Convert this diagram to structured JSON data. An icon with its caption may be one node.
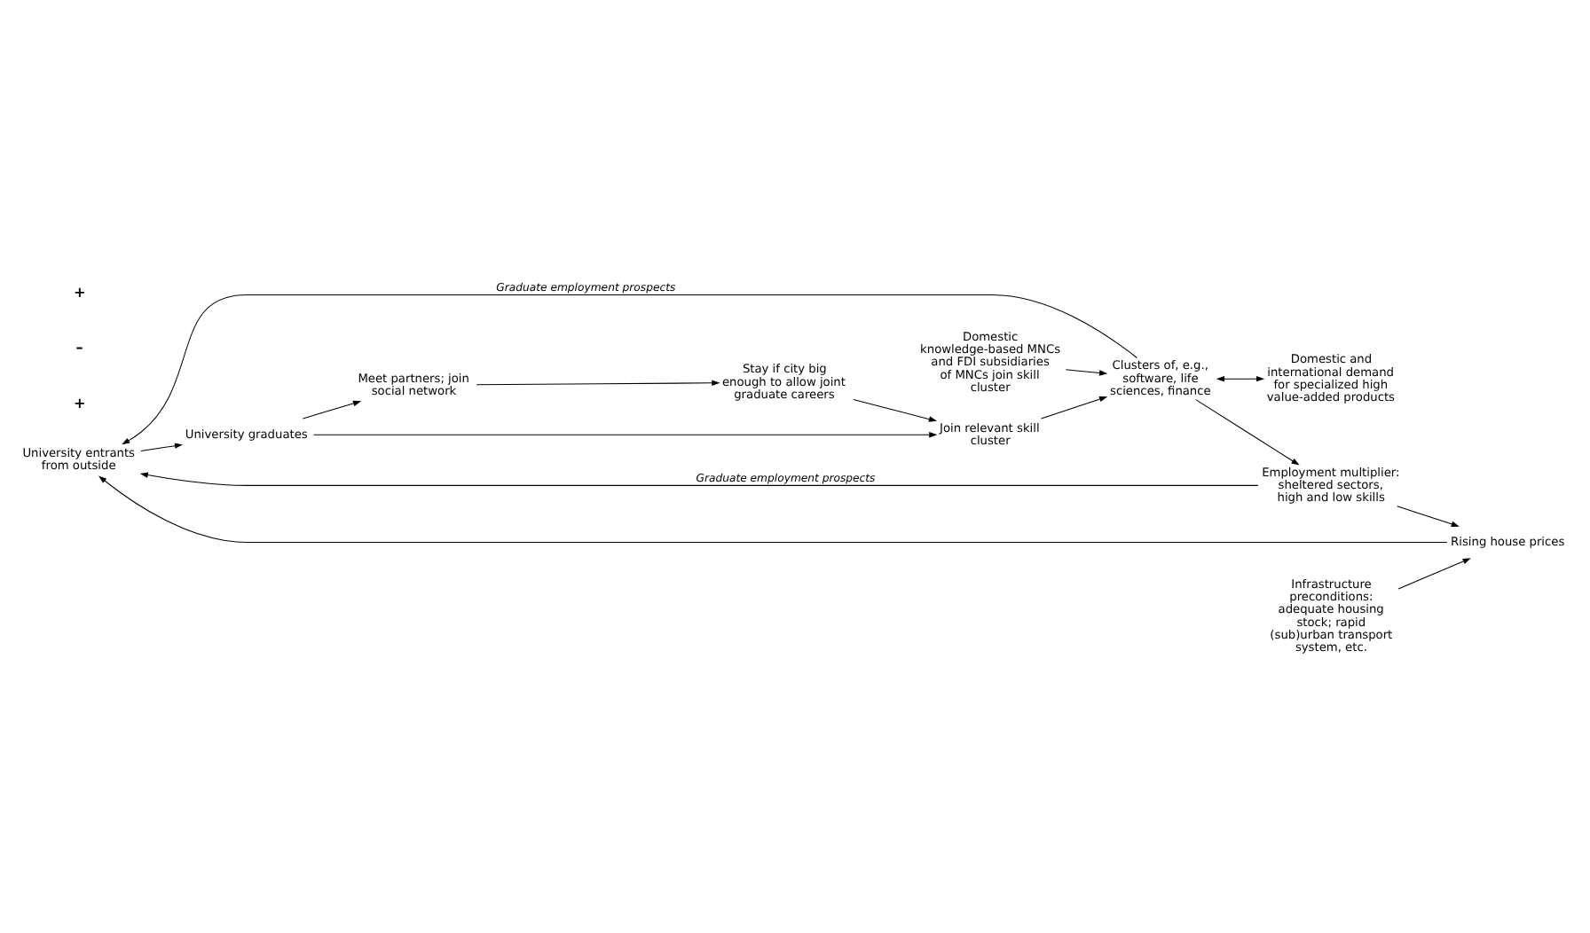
{
  "diagram": {
    "nodes": [
      {
        "text": [
          "University entrants from outside"
        ]
      },
      {
        "text": [
          "University graduates"
        ]
      },
      {
        "text": [
          "Join relevant skill cluster"
        ]
      },
      {
        "text": [
          "Meet partners; join social network"
        ]
      },
      {
        "text": [
          "Stay if city big enough to allow joint graduate careers"
        ]
      },
      {
        "text": [
          "Clusters of, e.g., software, life sciences, finance"
        ]
      },
      {
        "text": [
          "Domestic and international demand for specialized high value-added products"
        ]
      },
      {
        "text": [
          "Domestic knowledge-based MNCs and FDI subsidiaries of MNCs join skill cluster"
        ]
      },
      {
        "text": [
          "Employment multiplier: sheltered sectors, high and low skills"
        ]
      },
      {
        "text": [
          "Rising house prices"
        ]
      },
      {
        "text": [
          "Infrastructure preconditions: adequate housing stock; rapid (sub)urban transport system, etc."
        ]
      }
    ],
    "edges": [
      {
        "from": 0,
        "to": 1,
        "arrow": "to"
      },
      {
        "from": 1,
        "to": 2,
        "arrow": "to"
      },
      {
        "from": 1,
        "to": 3,
        "arrow": "to"
      },
      {
        "from": 3,
        "to": 4,
        "arrow": "to"
      },
      {
        "from": 4,
        "to": 2,
        "arrow": "to"
      },
      {
        "from": 2,
        "to": 5,
        "arrow": "to"
      },
      {
        "from": 5,
        "to": 6,
        "arrow": "both"
      },
      {
        "from": 7,
        "to": 5,
        "arrow": "to"
      },
      {
        "from": 5,
        "to": 8,
        "arrow": "to"
      },
      {
        "from": 5,
        "to": 0,
        "arrow": "to",
        "label": "Graduate employment prospects"
      },
      {
        "from": 8,
        "to": 0,
        "arrow": "to",
        "label": "Graduate employment prospects"
      },
      {
        "from": 9,
        "to": 0,
        "arrow": "to"
      },
      {
        "from": 8,
        "to": 9,
        "arrow": "to"
      },
      {
        "from": 10,
        "to": 9,
        "arrow": "to"
      }
    ],
    "labels": [
      "+",
      "–",
      "+"
    ]
  }
}
